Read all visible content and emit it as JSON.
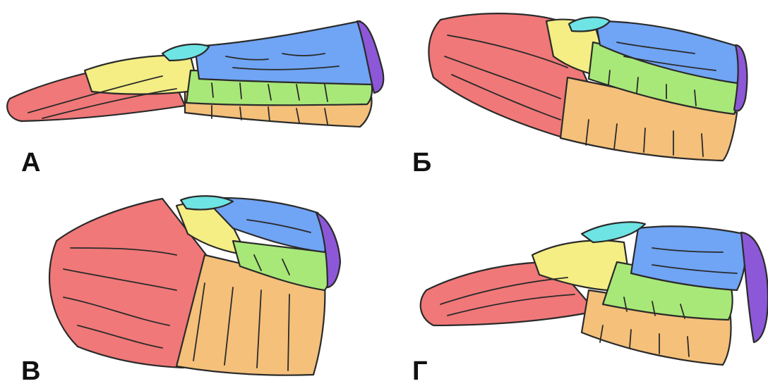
{
  "panels": [
    {
      "label": "А"
    },
    {
      "label": "Б"
    },
    {
      "label": "В"
    },
    {
      "label": "Г"
    }
  ],
  "colors": {
    "primaries": "#f07878",
    "secondaries": "#f4c07a",
    "greater_coverts": "#a8e878",
    "median_coverts": "#f4ee84",
    "lesser_coverts": "#70a4f4",
    "marginal_coverts": "#8c58d8",
    "alula": "#6ee4e4",
    "outline": "#2a2a2a"
  }
}
